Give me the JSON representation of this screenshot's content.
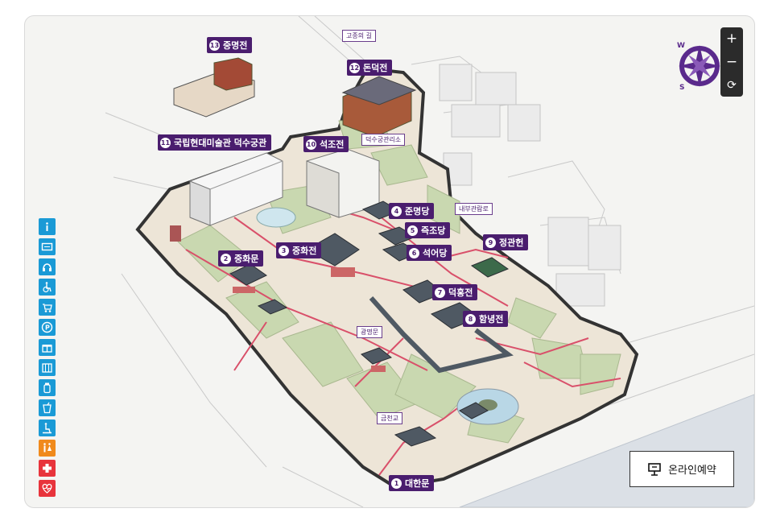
{
  "map": {
    "places": [
      {
        "id": "1",
        "name": "대한문"
      },
      {
        "id": "2",
        "name": "중화문"
      },
      {
        "id": "3",
        "name": "중화전"
      },
      {
        "id": "4",
        "name": "준명당"
      },
      {
        "id": "5",
        "name": "즉조당"
      },
      {
        "id": "6",
        "name": "석어당"
      },
      {
        "id": "7",
        "name": "덕홍전"
      },
      {
        "id": "8",
        "name": "함녕전"
      },
      {
        "id": "9",
        "name": "정관헌"
      },
      {
        "id": "10",
        "name": "석조전"
      },
      {
        "id": "11",
        "name": "국립현대미술관 덕수궁관"
      },
      {
        "id": "12",
        "name": "돈덕전"
      },
      {
        "id": "13",
        "name": "중명전"
      }
    ],
    "tags": {
      "gojong_road": "고종의 길",
      "deoksugung_license": "덕수궁관리소",
      "internal_road": "내부관람로",
      "gwangmyeongmun": "광명문",
      "geumcheongyo": "금천교"
    }
  },
  "controls": {
    "zoom_in": "+",
    "zoom_out": "−",
    "reset": "⟳",
    "compass_letters": {
      "w": "W",
      "s": "S"
    }
  },
  "legend": [
    {
      "icon": "info-icon",
      "color": "#1a9ad6"
    },
    {
      "icon": "ticket-icon",
      "color": "#1a9ad6"
    },
    {
      "icon": "audio-guide-icon",
      "color": "#1a9ad6"
    },
    {
      "icon": "wheelchair-icon",
      "color": "#1a9ad6"
    },
    {
      "icon": "stroller-icon",
      "color": "#1a9ad6"
    },
    {
      "icon": "parking-icon",
      "color": "#1a9ad6"
    },
    {
      "icon": "gift-icon",
      "color": "#1a9ad6"
    },
    {
      "icon": "locker-icon",
      "color": "#1a9ad6"
    },
    {
      "icon": "water-icon",
      "color": "#1a9ad6"
    },
    {
      "icon": "drink-icon",
      "color": "#1a9ad6"
    },
    {
      "icon": "accessible-restroom-icon",
      "color": "#1a9ad6"
    },
    {
      "icon": "restroom-icon",
      "color": "#f08a1c"
    },
    {
      "icon": "first-aid-icon",
      "color": "#e8343c"
    },
    {
      "icon": "aed-icon",
      "color": "#e8343c"
    }
  ],
  "reserve": {
    "label": "온라인예약"
  },
  "colors": {
    "accent": "#4a1d6e",
    "path": "#d9506a",
    "lawn": "#c9d8b0"
  }
}
